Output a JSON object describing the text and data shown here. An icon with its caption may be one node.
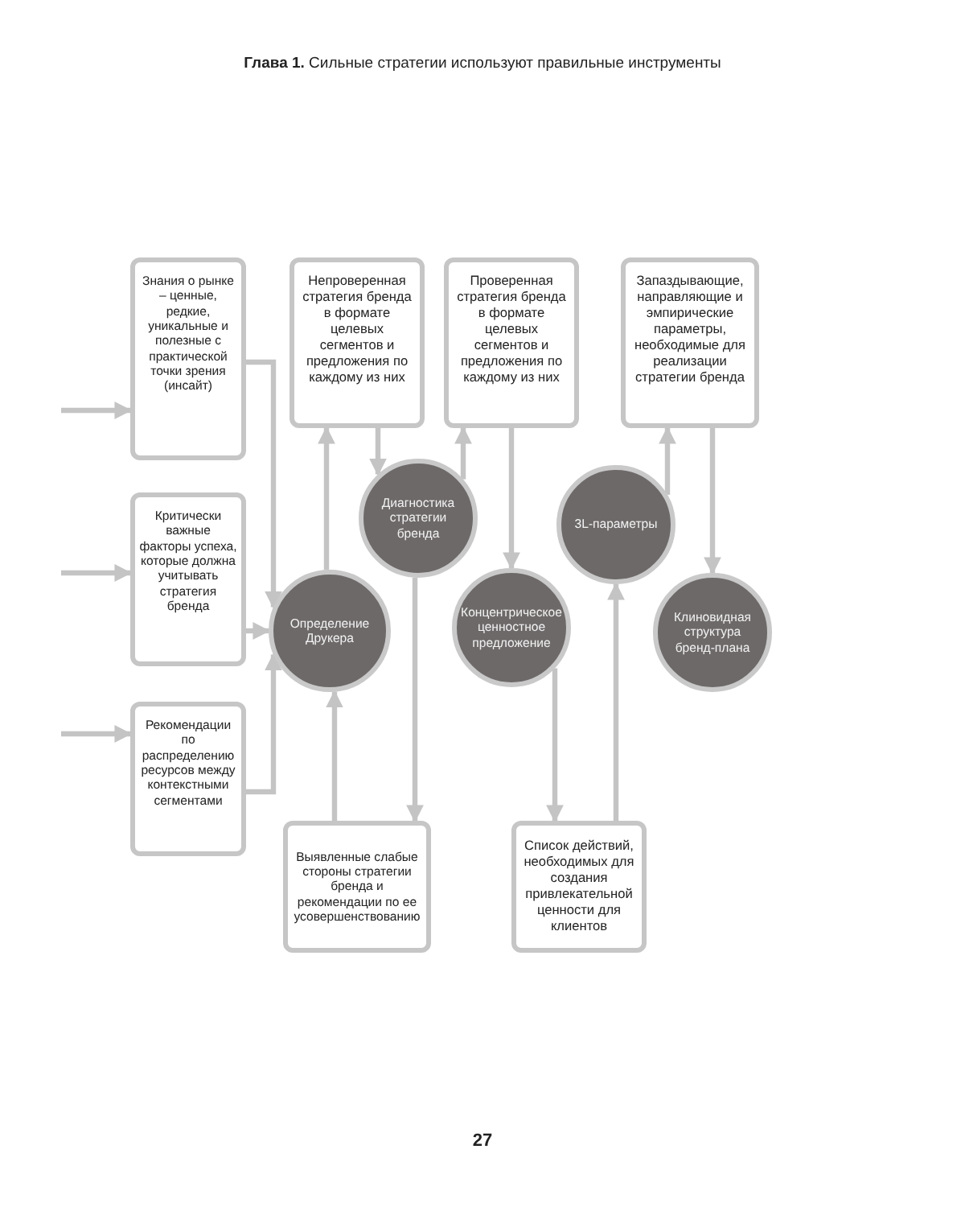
{
  "diagram": {
    "title": "**Глава 1.** Сильные стратегии используют правильные инструменты",
    "nodes": [
      {
        "text": [
          "Знания о рынке – ценные, редкие, уникальные и полезные с практической точки зрения (инсайт)"
        ]
      },
      {
        "text": [
          "Критически важные факторы успеха, которые должна учитывать стратегия бренда"
        ]
      },
      {
        "text": [
          "Рекомендации по распределению ресурсов между контекстными сегментами"
        ]
      },
      {
        "text": [
          "Непроверенная стратегия бренда в формате целевых сегментов и предложения по каждому из них"
        ]
      },
      {
        "text": [
          "Проверенная стратегия бренда в формате целевых сегментов и предложения по каждому из них"
        ]
      },
      {
        "text": [
          "Запаздывающие, направляющие и эмпирические параметры, необходимые для реализации стратегии бренда"
        ]
      },
      {
        "text": [
          "Определение Друкера"
        ]
      },
      {
        "text": [
          "Диагностика стратегии бренда"
        ]
      },
      {
        "text": [
          "Концентрическое ценностное предложение"
        ]
      },
      {
        "text": [
          "3L-параметры"
        ]
      },
      {
        "text": [
          "Клиновидная структура бренд-плана"
        ]
      },
      {
        "text": [
          "Выявленные слабые стороны стратегии бренда и рекомендации по ее усовершенствованию"
        ]
      },
      {
        "text": [
          "Список действий, необходимых для создания привлекательной ценности для клиентов"
        ]
      }
    ],
    "edges": [
      {
        "from": null,
        "to": 0,
        "arrow": "to"
      },
      {
        "from": null,
        "to": 1,
        "arrow": "to"
      },
      {
        "from": null,
        "to": 2,
        "arrow": "to"
      },
      {
        "from": 0,
        "to": 6,
        "arrow": "to"
      },
      {
        "from": 1,
        "to": 6,
        "arrow": "to"
      },
      {
        "from": 2,
        "to": 6,
        "arrow": "to"
      },
      {
        "from": 6,
        "to": 3,
        "arrow": "to"
      },
      {
        "from": 3,
        "to": 7,
        "arrow": "to"
      },
      {
        "from": 7,
        "to": 4,
        "arrow": "to"
      },
      {
        "from": 7,
        "to": 11,
        "arrow": "to"
      },
      {
        "from": 11,
        "to": 6,
        "arrow": "to"
      },
      {
        "from": 4,
        "to": 8,
        "arrow": "to"
      },
      {
        "from": 8,
        "to": 12,
        "arrow": "to"
      },
      {
        "from": 12,
        "to": 9,
        "arrow": "to"
      },
      {
        "from": 9,
        "to": 5,
        "arrow": "to"
      },
      {
        "from": 5,
        "to": 10,
        "arrow": "to"
      }
    ],
    "labels": [
      "27"
    ]
  }
}
